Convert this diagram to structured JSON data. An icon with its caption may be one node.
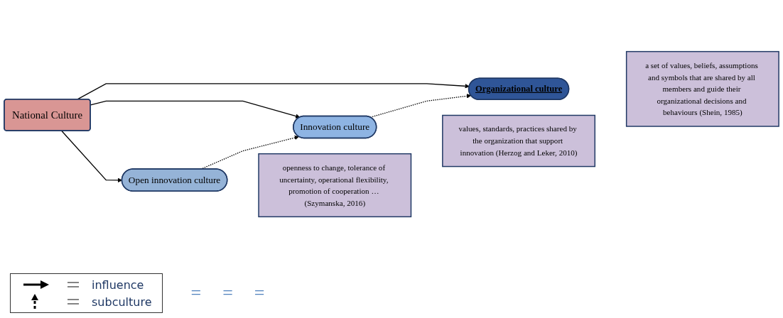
{
  "diagram": {
    "nodes": [
      {
        "text": [
          "National Culture"
        ]
      },
      {
        "text": [
          "Organizational culture"
        ]
      },
      {
        "text": [
          "Innovation culture"
        ]
      },
      {
        "text": [
          "Open innovation culture"
        ]
      },
      {
        "text": [
          "a set of values, beliefs, assumptions and symbols that are shared by all members and guide their organizational decisions and behaviours (Shein, 1985)"
        ]
      },
      {
        "text": [
          "values, standards, practices shared by the organization that support innovation (Herzog and Leker, 2010)"
        ]
      },
      {
        "text": [
          "openness to change, tolerance of uncertainty, operational flexibility, promotion of cooperation … (Szymanska, 2016)"
        ]
      }
    ],
    "edges": [
      {
        "from": 0,
        "to": 1,
        "arrow": "to"
      },
      {
        "from": 0,
        "to": 2,
        "arrow": "to"
      },
      {
        "from": 0,
        "to": 3,
        "arrow": "to"
      },
      {
        "from": 3,
        "to": 2,
        "arrow": "to",
        "style": "dashed"
      },
      {
        "from": 2,
        "to": 1,
        "arrow": "to",
        "style": "dashed"
      }
    ],
    "labels": [
      "=",
      "=",
      "="
    ],
    "legend": [
      {
        "text": "influence"
      },
      {
        "text": "subculture"
      }
    ]
  }
}
